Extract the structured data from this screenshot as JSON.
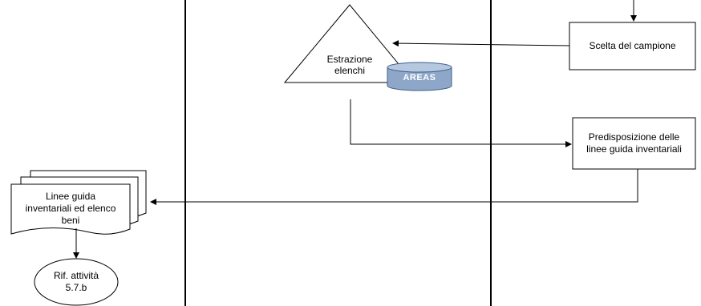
{
  "nodes": {
    "scelta": {
      "label": "Scelta del campione"
    },
    "estrazione": {
      "line1": "Estrazione",
      "line2": "elenchi"
    },
    "areas_db": {
      "label": "AREAS"
    },
    "predisposizione": {
      "line1": "Predisposizione delle",
      "line2": "linee guida inventariali"
    },
    "linee_guida_doc": {
      "line1": "Linee guida",
      "line2": "inventariali ed elenco",
      "line3": "beni"
    },
    "rif_attivita": {
      "line1": "Rif. attività",
      "line2": "5.7.b"
    }
  },
  "colors": {
    "stroke": "#000000",
    "db_fill": "#8ea7c9",
    "db_stroke": "#3f5f8c",
    "db_text": "#ffffff"
  }
}
